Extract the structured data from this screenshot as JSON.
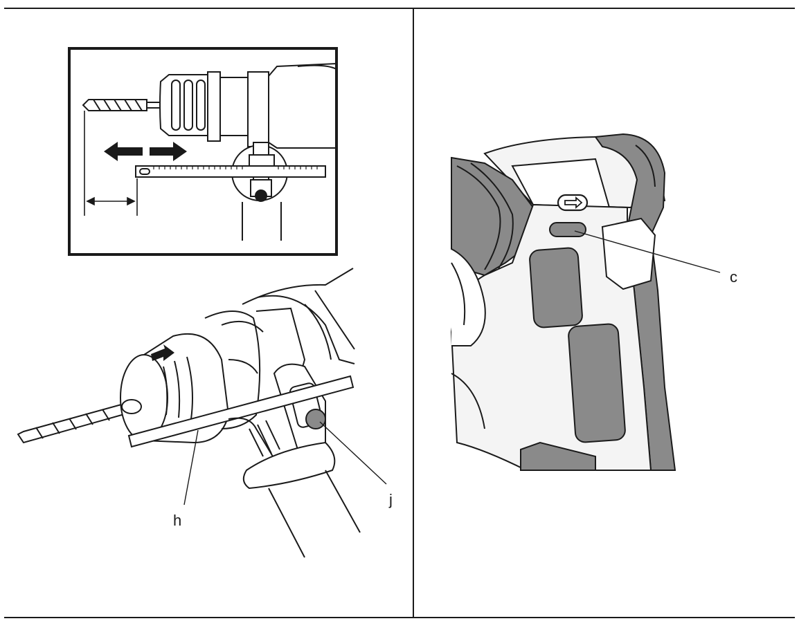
{
  "labels": {
    "h": "h",
    "j": "j",
    "c": "c"
  },
  "colors": {
    "ink": "#1a1a1a",
    "rubber_grey": "#8a8a8a",
    "body_light": "#f4f4f4",
    "paper": "#ffffff"
  }
}
